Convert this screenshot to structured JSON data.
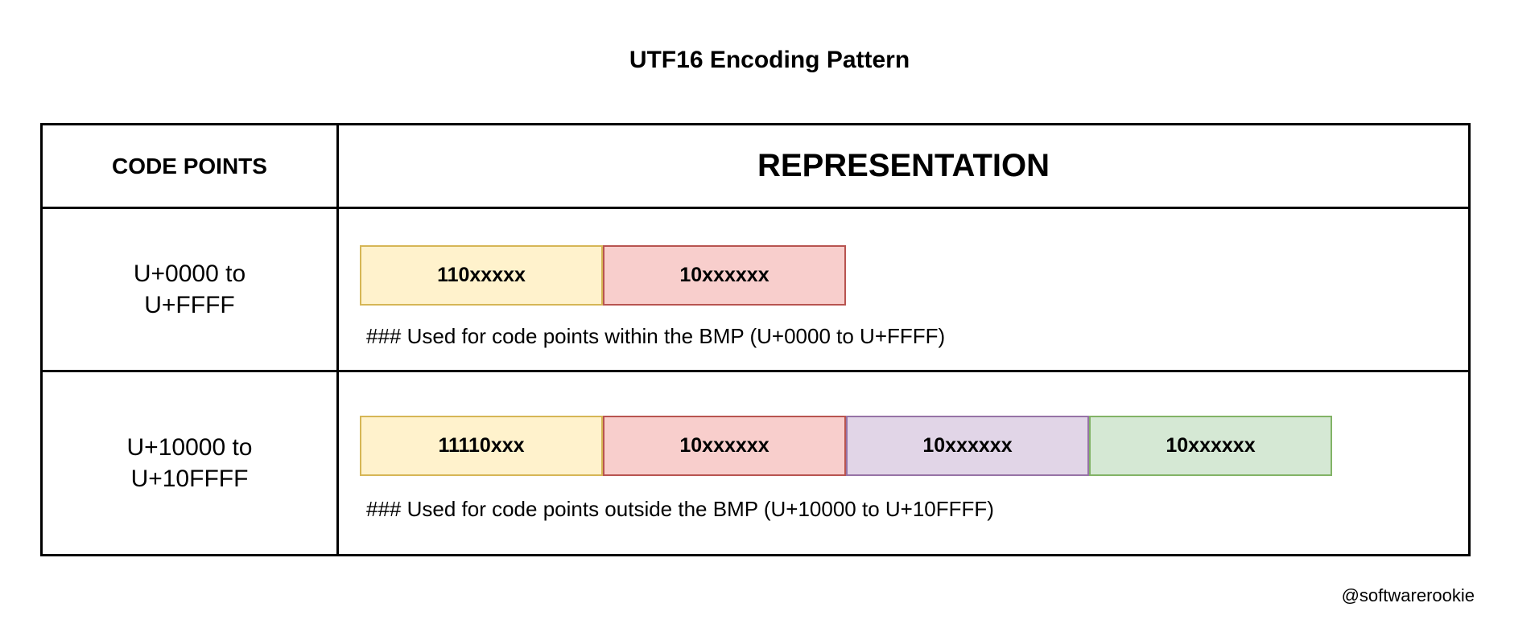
{
  "title": "UTF16 Encoding Pattern",
  "watermark": "@softwarerookie",
  "colors": {
    "grid_line": "#000000",
    "text": "#000000"
  },
  "table": {
    "headers": {
      "code_points": "CODE POINTS",
      "representation": "REPRESENTATION"
    },
    "rows": [
      {
        "range_line1": "U+0000 to",
        "range_line2": "U+FFFF",
        "note": "### Used for code points within the BMP (U+0000 to U+FFFF)",
        "bytes": [
          {
            "label": "110xxxxx",
            "fill": "#FFF2CC",
            "border": "#D6B656"
          },
          {
            "label": "10xxxxxx",
            "fill": "#F8CECC",
            "border": "#B85450"
          }
        ]
      },
      {
        "range_line1": "U+10000 to",
        "range_line2": "U+10FFFF",
        "note": "### Used for code points outside the BMP (U+10000 to U+10FFFF)",
        "bytes": [
          {
            "label": "11110xxx",
            "fill": "#FFF2CC",
            "border": "#D6B656"
          },
          {
            "label": "10xxxxxx",
            "fill": "#F8CECC",
            "border": "#B85450"
          },
          {
            "label": "10xxxxxx",
            "fill": "#E1D5E7",
            "border": "#9673A6"
          },
          {
            "label": "10xxxxxx",
            "fill": "#D5E8D4",
            "border": "#82B366"
          }
        ]
      }
    ]
  }
}
